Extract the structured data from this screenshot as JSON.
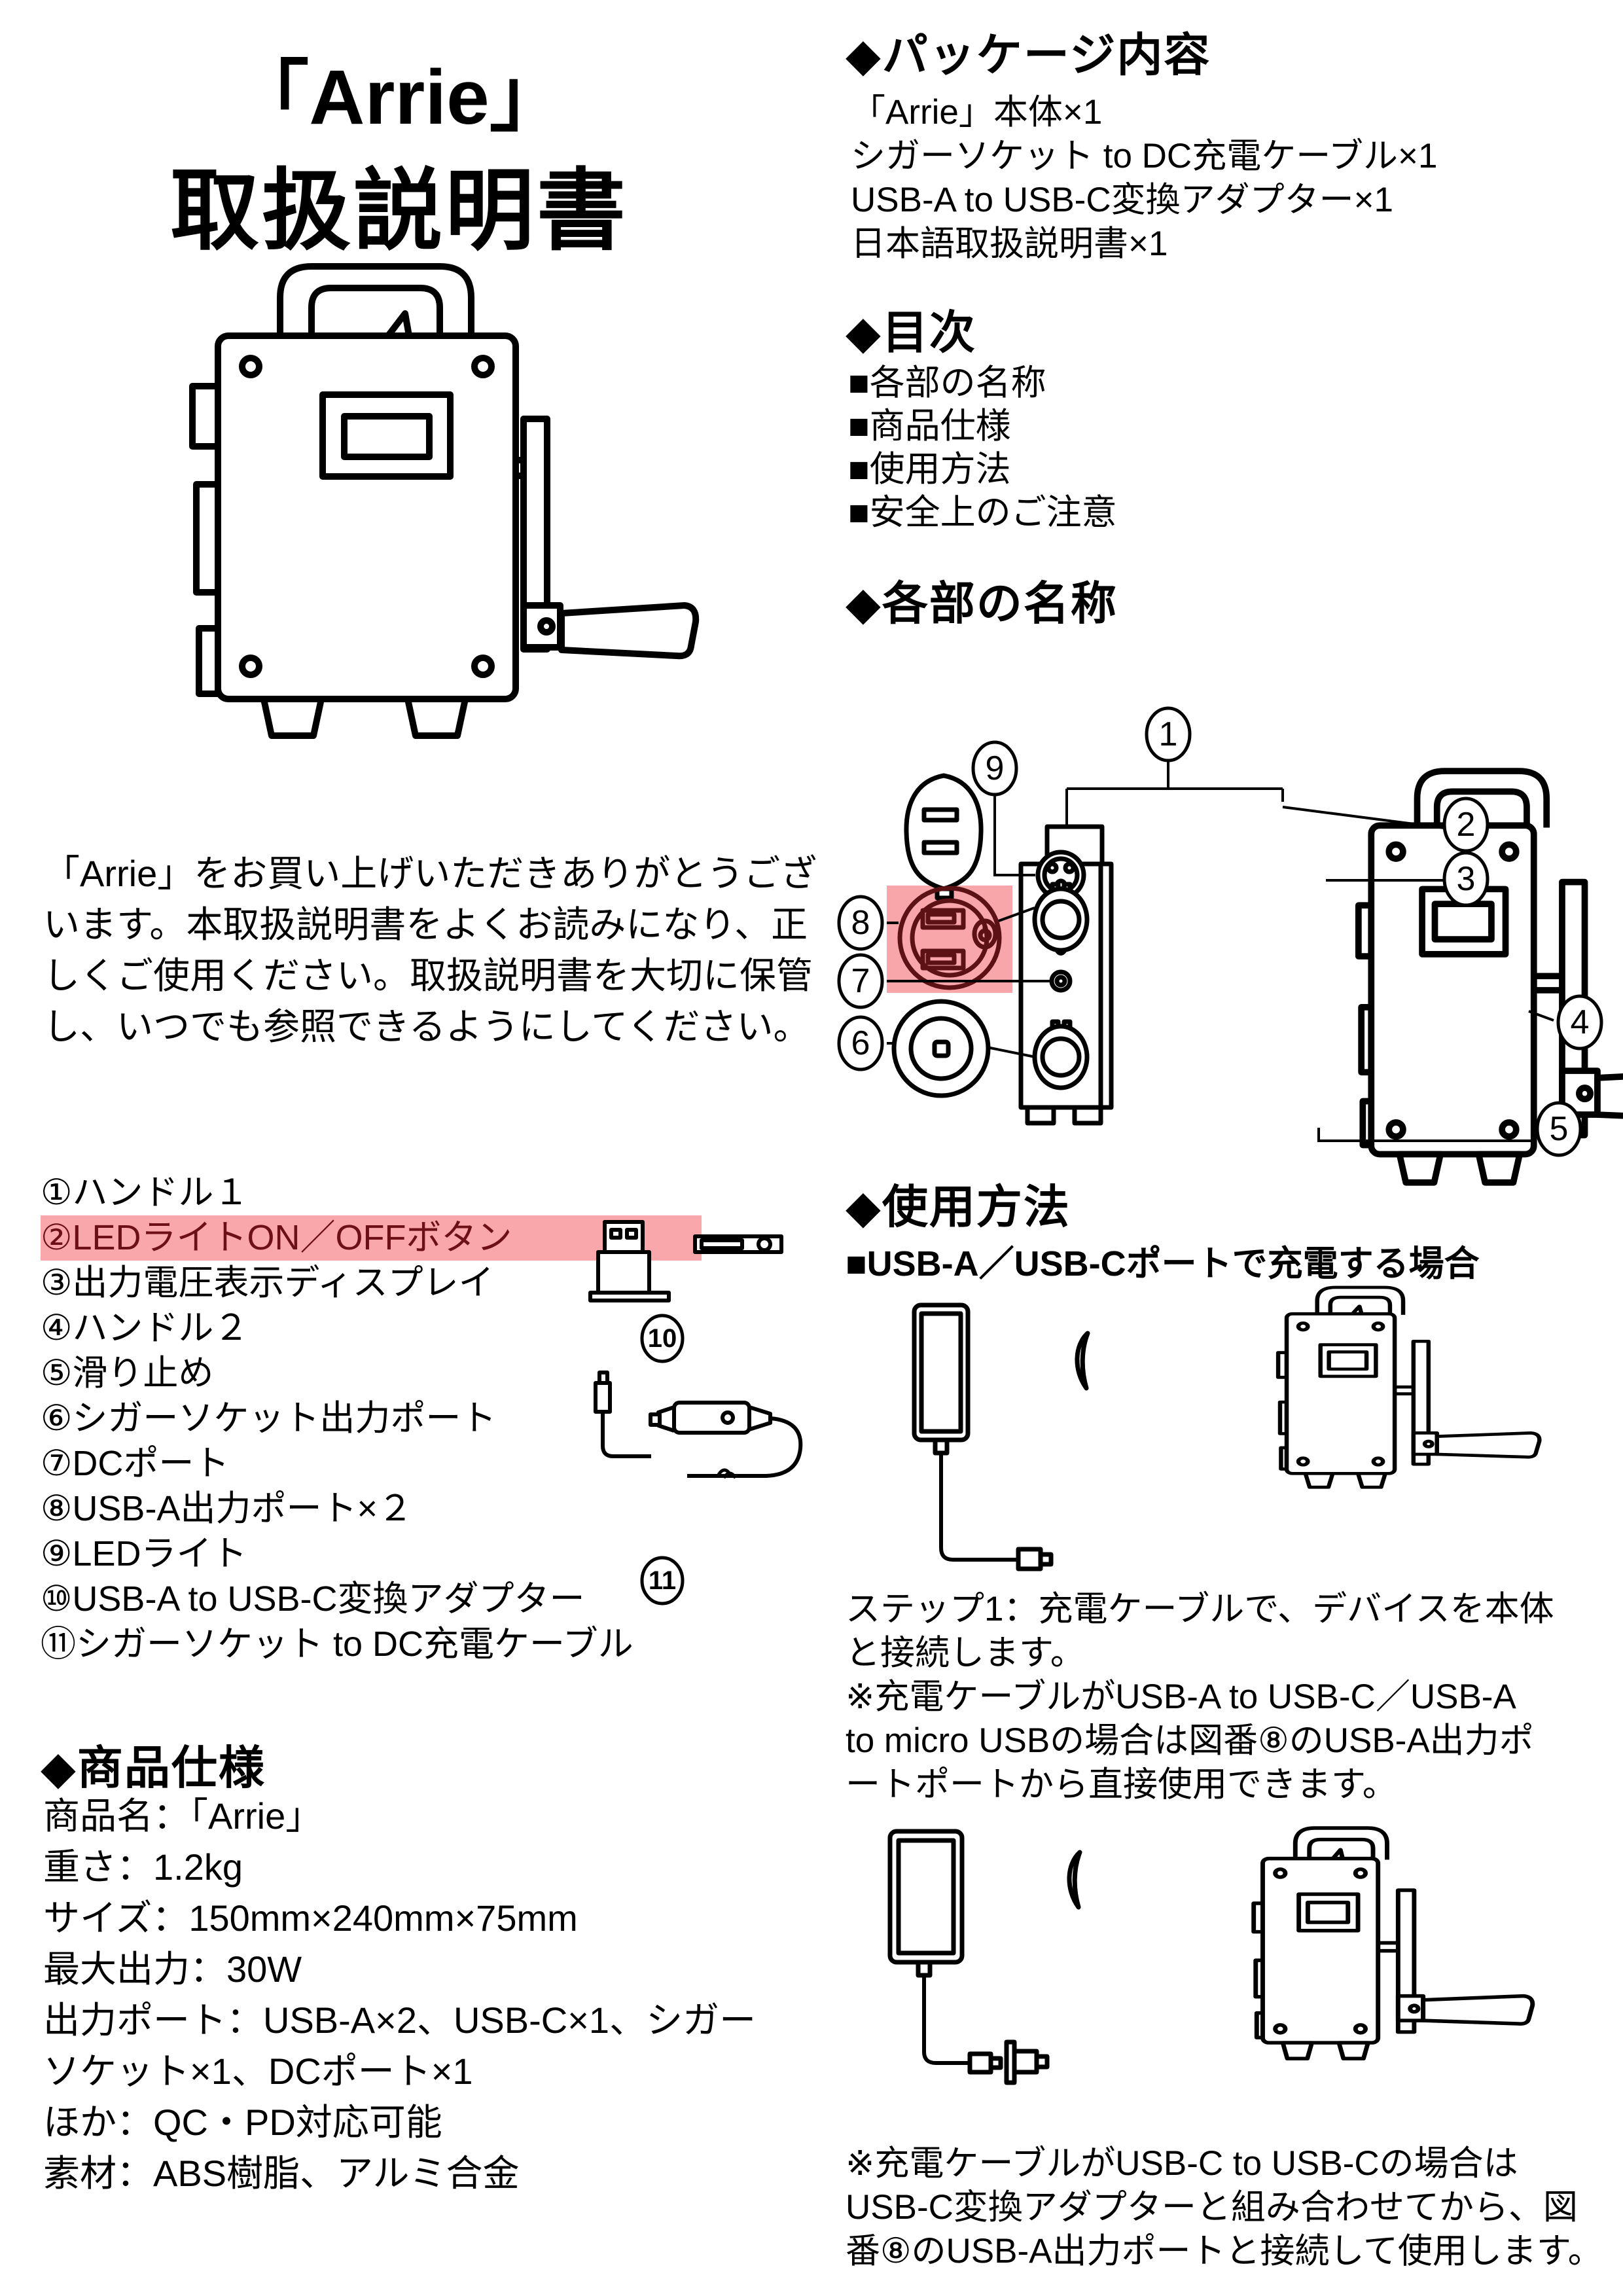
{
  "title": {
    "line1": "「Arrie」",
    "line2": "取扱説明書"
  },
  "intro": {
    "lines": [
      "「Arrie」をお買い上げいただきありがとうござ",
      "います。本取扱説明書をよくお読みになり、正",
      "しくご使用ください。取扱説明書を大切に保管",
      "し、いつでも参照できるようにしてください。"
    ]
  },
  "package": {
    "heading": "◆パッケージ内容",
    "items": [
      "「Arrie」本体×1",
      "シガーソケット to DC充電ケーブル×1",
      "USB-A to USB-C変換アダプター×1",
      "日本語取扱説明書×1"
    ]
  },
  "toc": {
    "heading": "◆目次",
    "items": [
      "■各部の名称",
      "■商品仕様",
      "■使用方法",
      "■安全上のご注意"
    ]
  },
  "parts": {
    "heading": "◆各部の名称",
    "list": [
      {
        "label": "①ハンドル１",
        "highlighted": false
      },
      {
        "label": "②LEDライトON／OFFボタン",
        "highlighted": true
      },
      {
        "label": "③出力電圧表示ディスプレイ",
        "highlighted": false
      },
      {
        "label": "④ハンドル２",
        "highlighted": false
      },
      {
        "label": "⑤滑り止め",
        "highlighted": false
      },
      {
        "label": "⑥シガーソケット出力ポート",
        "highlighted": false
      },
      {
        "label": "⑦DCポート",
        "highlighted": false
      },
      {
        "label": "⑧USB-A出力ポート×２",
        "highlighted": false
      },
      {
        "label": "⑨LEDライト",
        "highlighted": false
      },
      {
        "label": "⑩USB-A to USB-C変換アダプター",
        "highlighted": false
      },
      {
        "label": "⑪シガーソケット to DC充電ケーブル",
        "highlighted": false
      }
    ],
    "callouts": [
      "1",
      "2",
      "3",
      "4",
      "5",
      "6",
      "7",
      "8",
      "9"
    ],
    "accessory_labels": {
      "adapter": "10",
      "cable": "11"
    }
  },
  "specs": {
    "heading": "◆商品仕様",
    "lines": [
      "商品名：「Arrie」",
      "重さ：1.2kg",
      "サイズ：150mm×240mm×75mm",
      "最大出力：30W",
      "出力ポート：USB-A×2、USB-C×1、シガー",
      "ソケット×1、DCポート×1",
      "ほか：QC・PD対応可能",
      "素材：ABS樹脂、アルミ合金"
    ]
  },
  "usage": {
    "heading": "◆使用方法",
    "subheading": "■USB-A／USB-Cポートで充電する場合",
    "step1_lines": [
      "ステップ1：充電ケーブルで、デバイスを本体",
      "と接続します。",
      "※充電ケーブルがUSB-A to USB-C／USB-A",
      "to micro USBの場合は図番⑧のUSB-A出力ポ",
      "ートポートから直接使用できます。"
    ],
    "note_lines": [
      "※充電ケーブルがUSB-C to USB-Cの場合は",
      "USB-C変換アダプターと組み合わせてから、図",
      "番⑧のUSB-A出力ポートと接続して使用します。"
    ]
  },
  "colors": {
    "list_highlight_bg": "#F9A7AB",
    "list_highlight_text": "#6D1016",
    "diagram_highlight_bg": "#F9A6AA",
    "diagram_highlight_stroke": "#5C1115",
    "ink": "#000000",
    "paper": "#FFFFFF"
  }
}
